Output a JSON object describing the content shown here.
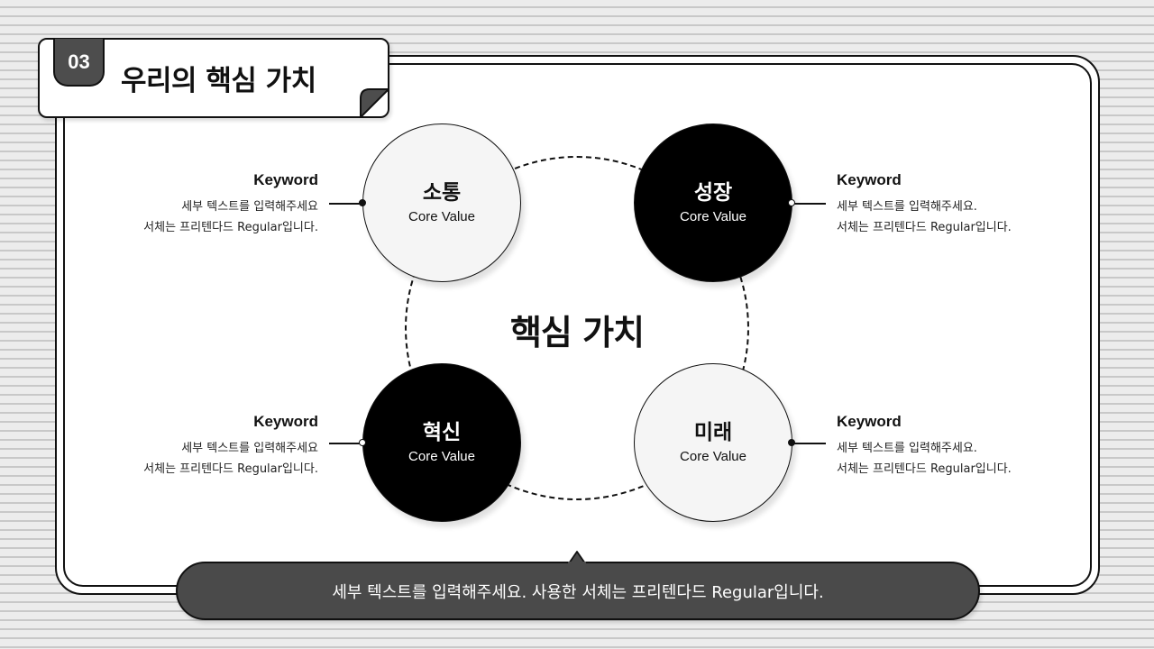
{
  "header": {
    "section_number": "03",
    "title": "우리의 핵심 가치"
  },
  "diagram": {
    "center_label": "핵심 가치",
    "nodes": [
      {
        "title": "소통",
        "subtitle": "Core Value",
        "style": "light",
        "keyword": "Keyword",
        "lines": [
          "세부 텍스트를 입력해주세요",
          "서체는 프리텐다드 Regular입니다."
        ]
      },
      {
        "title": "성장",
        "subtitle": "Core Value",
        "style": "dark",
        "keyword": "Keyword",
        "lines": [
          "세부 텍스트를 입력해주세요.",
          "서체는 프리텐다드 Regular입니다."
        ]
      },
      {
        "title": "혁신",
        "subtitle": "Core Value",
        "style": "dark",
        "keyword": "Keyword",
        "lines": [
          "세부 텍스트를 입력해주세요",
          "서체는 프리텐다드 Regular입니다."
        ]
      },
      {
        "title": "미래",
        "subtitle": "Core Value",
        "style": "light",
        "keyword": "Keyword",
        "lines": [
          "세부 텍스트를 입력해주세요.",
          "서체는 프리텐다드 Regular입니다."
        ]
      }
    ]
  },
  "footer": {
    "caption": "세부 텍스트를 입력해주세요. 사용한 서체는 프리텐다드 Regular입니다."
  },
  "colors": {
    "dark_fill": "#000000",
    "light_fill": "#f5f5f5",
    "accent_gray": "#4a4a4a",
    "background": "#ececec"
  }
}
